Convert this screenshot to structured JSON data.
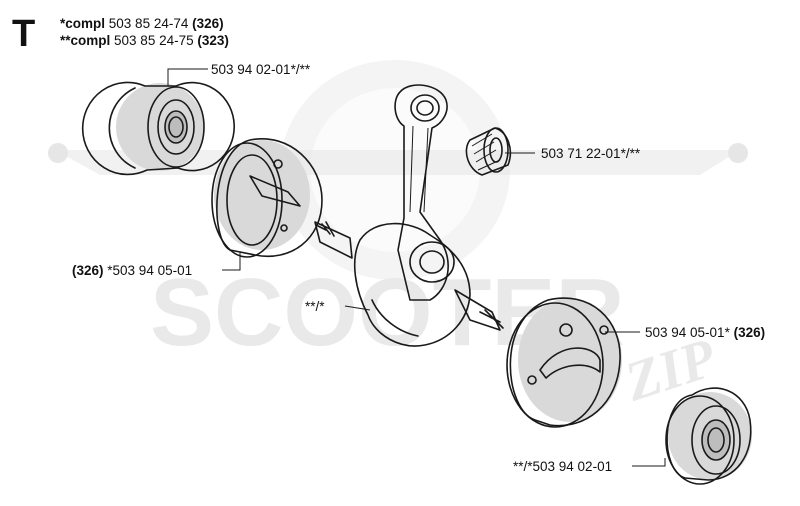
{
  "section": {
    "letter": "T"
  },
  "assemblies": [
    {
      "prefix": "*compl",
      "number": "503 85 24-74",
      "model": "(326)"
    },
    {
      "prefix": "**compl",
      "number": "503 85 24-75",
      "model": "(323)"
    }
  ],
  "parts": {
    "bearing_top": {
      "label": "503 94 02-01*/**"
    },
    "needle_bearing": {
      "label": "503 71 22-01*/**"
    },
    "crank_half_left": {
      "model": "(326)",
      "label": "*503 94 05-01"
    },
    "crankshaft": {
      "label": "**/*"
    },
    "crank_half_right": {
      "label": "503 94 05-01*",
      "model": "(326)"
    },
    "bearing_bottom": {
      "label": "**/*503 94 02-01"
    }
  },
  "watermark": {
    "text": "SCOOTER",
    "mark": "ZIP"
  },
  "colors": {
    "ink": "#1a1a1a",
    "watermark": "#e6e6e6",
    "shade": "#d9d9d9"
  }
}
